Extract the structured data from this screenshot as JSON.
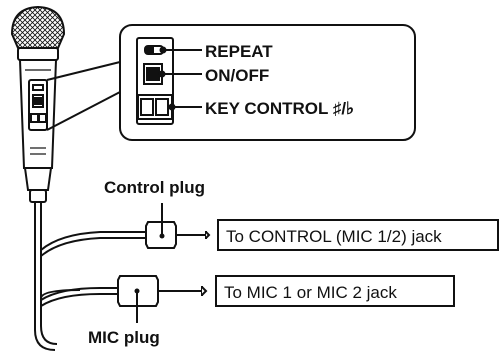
{
  "callout": {
    "repeat_label": "REPEAT",
    "onoff_label": "ON/OFF",
    "key_control_label": "KEY CONTROL ♯/♭"
  },
  "labels": {
    "control_plug": "Control plug",
    "mic_plug": "MIC plug"
  },
  "jack_boxes": {
    "control_jack": "To CONTROL (MIC 1/2) jack",
    "mic_jack": "To MIC 1 or MIC 2 jack"
  },
  "colors": {
    "line": "#111111",
    "background": "#ffffff"
  }
}
